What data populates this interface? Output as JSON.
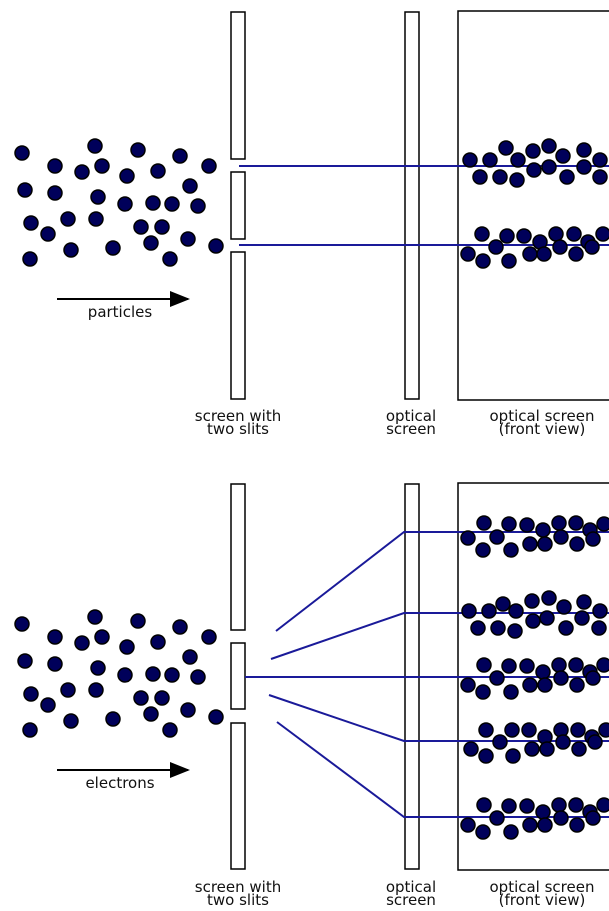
{
  "colors": {
    "particle": "#00005a",
    "ray": "#1a1a99",
    "stroke": "#000000"
  },
  "top": {
    "source_label": "particles",
    "slit_screen_label": [
      "screen with",
      "two slits"
    ],
    "optical_screen_label": [
      "optical",
      "screen"
    ],
    "front_view_label": [
      "optical screen",
      "(front view)"
    ]
  },
  "bottom": {
    "source_label": "electrons",
    "slit_screen_label": [
      "screen with",
      "two slits"
    ],
    "optical_screen_label": [
      "optical",
      "screen"
    ],
    "front_view_label": [
      "optical screen",
      "(front view)"
    ]
  }
}
